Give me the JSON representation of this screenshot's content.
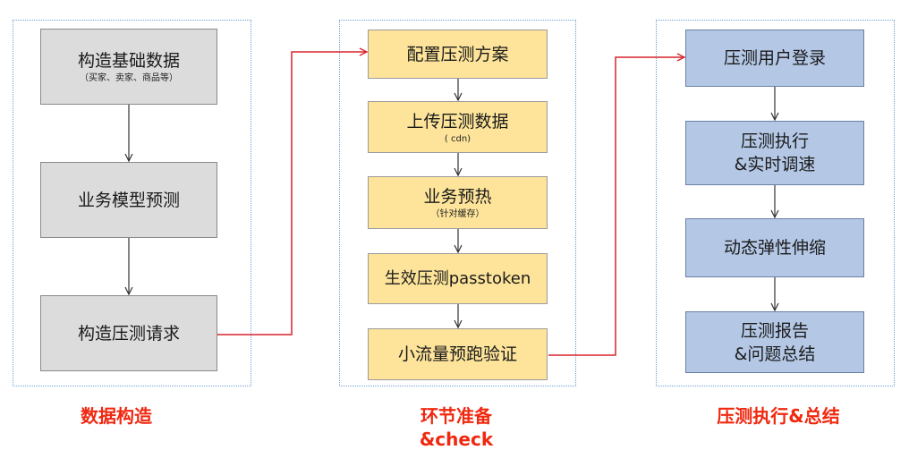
{
  "colors": {
    "panel_border": "#6f9fd8",
    "gray_box": "#dcdcdc",
    "yellow_box": "#fde49a",
    "blue_box": "#b4c8e6",
    "connector_red": "#d9242b",
    "caption_red": "#f02810"
  },
  "panels": {
    "data": {
      "caption": "数据构造",
      "steps": [
        {
          "title": "构造基础数据",
          "sub": "（买家、卖家、商品等）"
        },
        {
          "title": "业务模型预测"
        },
        {
          "title": "构造压测请求"
        }
      ]
    },
    "prep": {
      "caption_line1": "环节准备",
      "caption_line2": "&check",
      "steps": [
        {
          "title": "配置压测方案"
        },
        {
          "title": "上传压测数据",
          "sub": "( cdn)"
        },
        {
          "title": "业务预热",
          "sub": "（针对缓存）"
        },
        {
          "title": "生效压测passtoken"
        },
        {
          "title": "小流量预跑验证"
        }
      ]
    },
    "exec": {
      "caption": "压测执行&总结",
      "steps": [
        {
          "title": "压测用户登录"
        },
        {
          "line1": "压测执行",
          "line2": "&实时调速"
        },
        {
          "title": "动态弹性伸缩"
        },
        {
          "line1": "压测报告",
          "line2": "&问题总结"
        }
      ]
    }
  }
}
